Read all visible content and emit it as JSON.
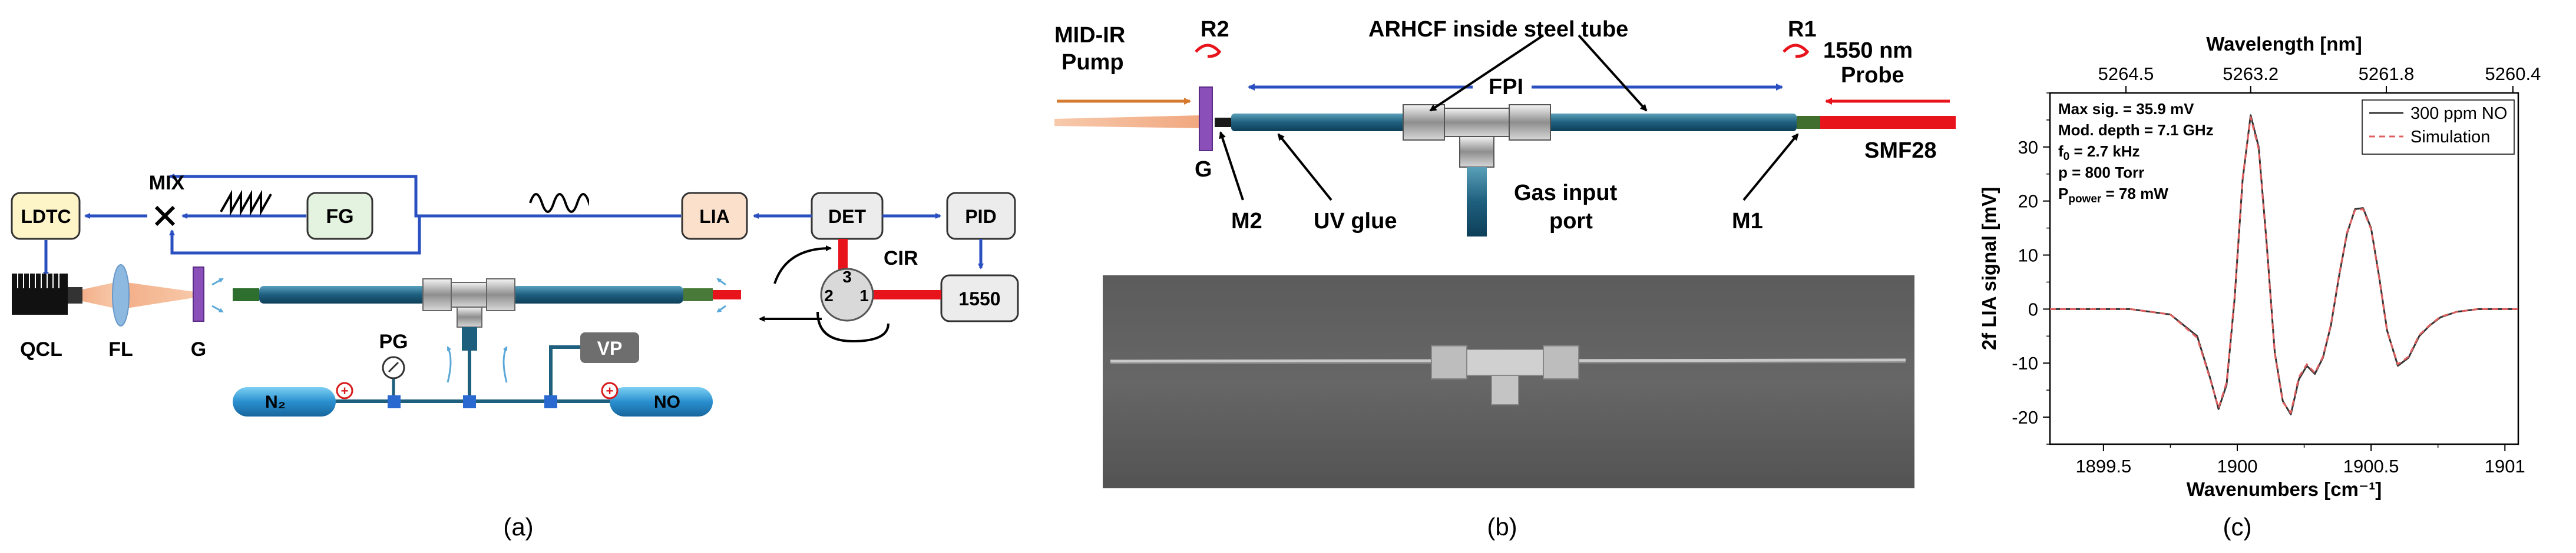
{
  "panel_a": {
    "caption": "(a)",
    "boxes": {
      "ldtc": "LDTC",
      "fg": "FG",
      "lia": "LIA",
      "det": "DET",
      "pid": "PID",
      "laser1550": "1550",
      "vp": "VP"
    },
    "labels": {
      "mix": "MIX",
      "qcl": "QCL",
      "fl": "FL",
      "g": "G",
      "pg": "PG",
      "cir": "CIR",
      "port1": "1",
      "port2": "2",
      "port3": "3"
    },
    "bottles": {
      "n2": "N₂",
      "no": "NO"
    }
  },
  "panel_b": {
    "caption": "(b)",
    "labels": {
      "mid_ir_pump_1": "MID-IR",
      "mid_ir_pump_2": "Pump",
      "r2": "R2",
      "r1": "R1",
      "arhcf": "ARHCF inside steel tube",
      "probe_1": "1550 nm",
      "probe_2": "Probe",
      "fpi": "FPI",
      "smf28": "SMF28",
      "g": "G",
      "m2": "M2",
      "uv_glue": "UV glue",
      "gas_1": "Gas input",
      "gas_2": "port",
      "m1": "M1"
    }
  },
  "panel_c": {
    "caption": "(c)",
    "annotations": [
      "Max sig. = 35.9 mV",
      "Mod. depth = 7.1 GHz",
      "p = 800 Torr"
    ],
    "annotation_f0": {
      "main": "f",
      "sub": "0",
      "rest": " = 2.7 kHz"
    },
    "annotation_p": {
      "main": "P",
      "sub": "power",
      "rest": " = 78 mW"
    }
  },
  "chart_data": {
    "type": "line",
    "xlabel": "Wavenumbers [cm⁻¹]",
    "ylabel": "2f LIA signal [mV]",
    "top_xlabel": "Wavelength [nm]",
    "xlim": [
      1899.3,
      1901.05
    ],
    "ylim": [
      -25,
      40
    ],
    "x_ticks": [
      1899.5,
      1900,
      1900.5,
      1901
    ],
    "x_tick_labels": [
      "1899.5",
      "1900",
      "1900.5",
      "1901"
    ],
    "y_ticks": [
      -20,
      -10,
      0,
      10,
      20,
      30
    ],
    "y_tick_labels": [
      "-20",
      "-10",
      "0",
      "10",
      "20",
      "30"
    ],
    "top_ticks_x": [
      1899.584,
      1900.05,
      1900.557,
      1901.03
    ],
    "top_tick_labels": [
      "5264.5",
      "5263.2",
      "5261.8",
      "5260.4"
    ],
    "legend_position": "top-right",
    "series": [
      {
        "name": "300 ppm NO",
        "color": "#333333",
        "style": "solid",
        "x": [
          1899.3,
          1899.6,
          1899.75,
          1899.85,
          1899.9,
          1899.93,
          1899.96,
          1899.99,
          1900.02,
          1900.05,
          1900.08,
          1900.11,
          1900.14,
          1900.17,
          1900.2,
          1900.23,
          1900.26,
          1900.29,
          1900.32,
          1900.35,
          1900.38,
          1900.41,
          1900.44,
          1900.47,
          1900.5,
          1900.53,
          1900.56,
          1900.6,
          1900.64,
          1900.68,
          1900.72,
          1900.76,
          1900.82,
          1900.9,
          1901.05
        ],
        "y": [
          0,
          0,
          -1,
          -5,
          -13,
          -18.5,
          -14,
          2,
          24,
          35.9,
          30,
          12,
          -8,
          -17,
          -19.5,
          -13,
          -10.5,
          -12,
          -9,
          -3,
          6,
          14,
          18.5,
          18.7,
          15,
          6,
          -4,
          -10.5,
          -9,
          -5,
          -3,
          -1.5,
          -0.5,
          0,
          0
        ]
      },
      {
        "name": "Simulation",
        "color": "#e06060",
        "style": "dashed",
        "x": [
          1899.3,
          1899.6,
          1899.75,
          1899.85,
          1899.9,
          1899.93,
          1899.96,
          1899.99,
          1900.02,
          1900.05,
          1900.08,
          1900.11,
          1900.14,
          1900.17,
          1900.2,
          1900.23,
          1900.26,
          1900.29,
          1900.32,
          1900.35,
          1900.38,
          1900.41,
          1900.44,
          1900.47,
          1900.5,
          1900.53,
          1900.56,
          1900.6,
          1900.64,
          1900.68,
          1900.72,
          1900.76,
          1900.82,
          1900.9,
          1901.05
        ],
        "y": [
          0,
          0,
          -1,
          -5.3,
          -13.2,
          -18.3,
          -13.6,
          2.4,
          24.3,
          35.5,
          29.6,
          11.6,
          -8.2,
          -17.2,
          -19.2,
          -12.6,
          -10.2,
          -11.8,
          -8.8,
          -2.8,
          6.2,
          14.2,
          18.3,
          18.5,
          14.8,
          5.8,
          -4.2,
          -10.2,
          -8.8,
          -4.8,
          -2.9,
          -1.4,
          -0.5,
          0,
          0
        ]
      }
    ]
  }
}
